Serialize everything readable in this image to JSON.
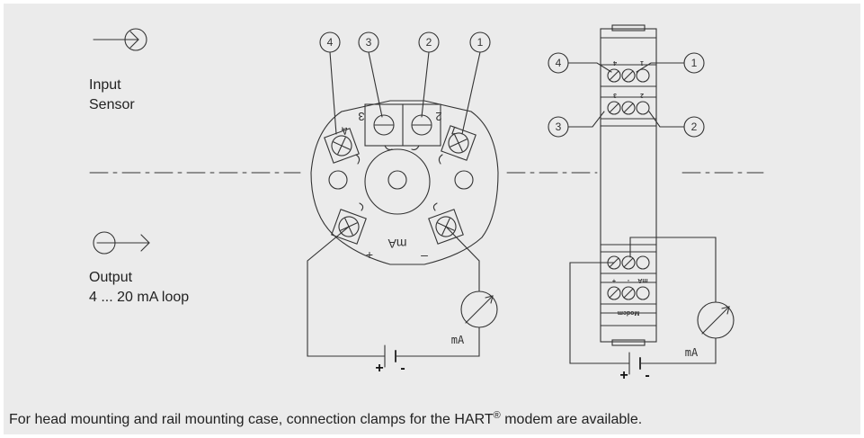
{
  "input": {
    "line1": "Input",
    "line2": "Sensor"
  },
  "output": {
    "line1": "Output",
    "line2": "4 ... 20 mA loop"
  },
  "footer": {
    "before": "For head mounting and rail mounting case, connection clamps for the HART",
    "sup": "®",
    "after": " modem are available."
  },
  "head": {
    "callouts": [
      "4",
      "3",
      "2",
      "1"
    ],
    "terminals": [
      "4",
      "3",
      "2",
      "1"
    ],
    "ma_label": "mA",
    "plus": "+",
    "minus": "–",
    "meter_label": "mA",
    "battery_plus": "+",
    "battery_minus": "-"
  },
  "rail": {
    "callouts": [
      "4",
      "1",
      "3",
      "2"
    ],
    "row1": [
      "4",
      "1"
    ],
    "row2": [
      "3",
      "2"
    ],
    "row3": [
      "+",
      "-",
      "mA"
    ],
    "modem": "Modem",
    "meter_label": "mA",
    "battery_plus": "+",
    "battery_minus": "-"
  },
  "colors": {
    "background": "#ebebeb",
    "stroke": "#333333"
  }
}
